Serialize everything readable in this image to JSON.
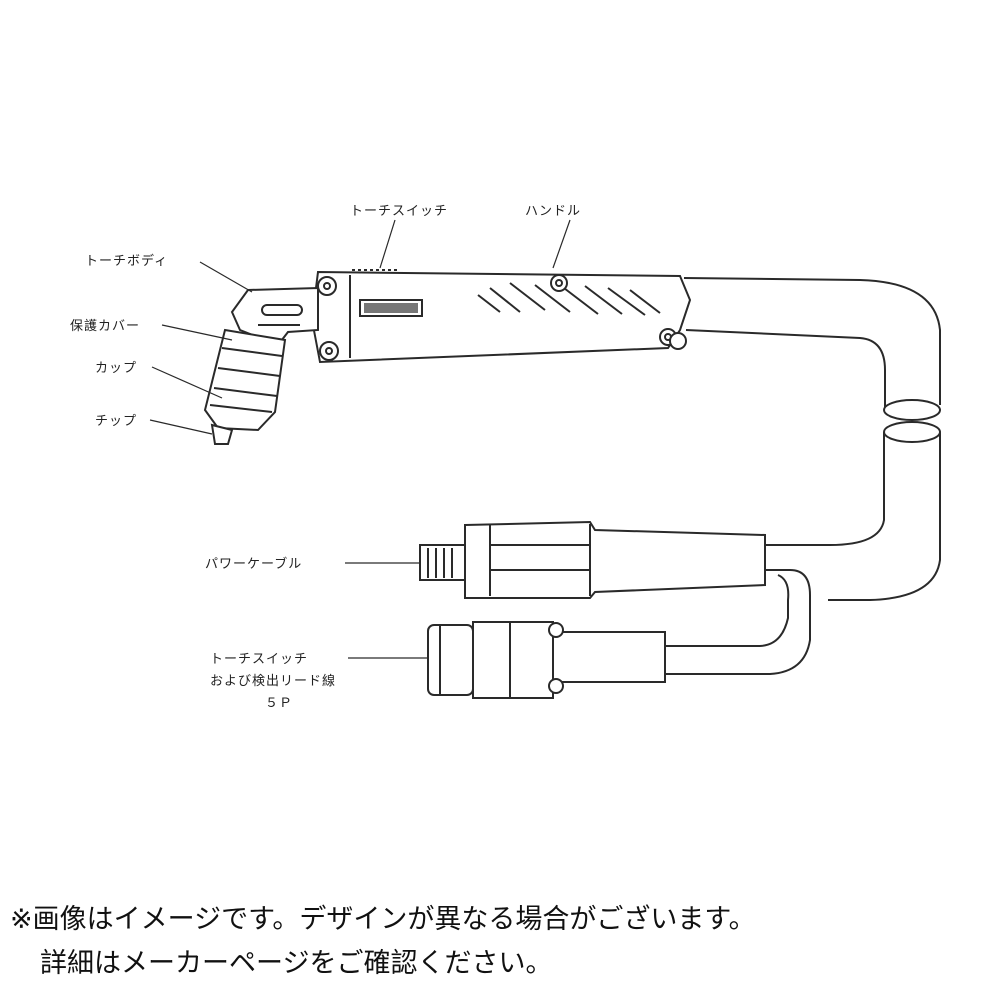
{
  "diagram": {
    "labels": {
      "torch_switch_top": "トーチスイッチ",
      "handle": "ハンドル",
      "torch_body": "トーチボディ",
      "protective_cover": "保護カバー",
      "cup": "カップ",
      "tip": "チップ",
      "power_cable": "パワーケーブル",
      "torch_switch_lead_line1": "トーチスイッチ",
      "torch_switch_lead_line2": "および検出リード線",
      "torch_switch_lead_line3": "５Ｐ"
    },
    "stroke_color": "#2a2a2a"
  },
  "footer": {
    "line1": "※画像はイメージです。デザインが異なる場合がございます。",
    "line2": "詳細はメーカーページをご確認ください。"
  }
}
